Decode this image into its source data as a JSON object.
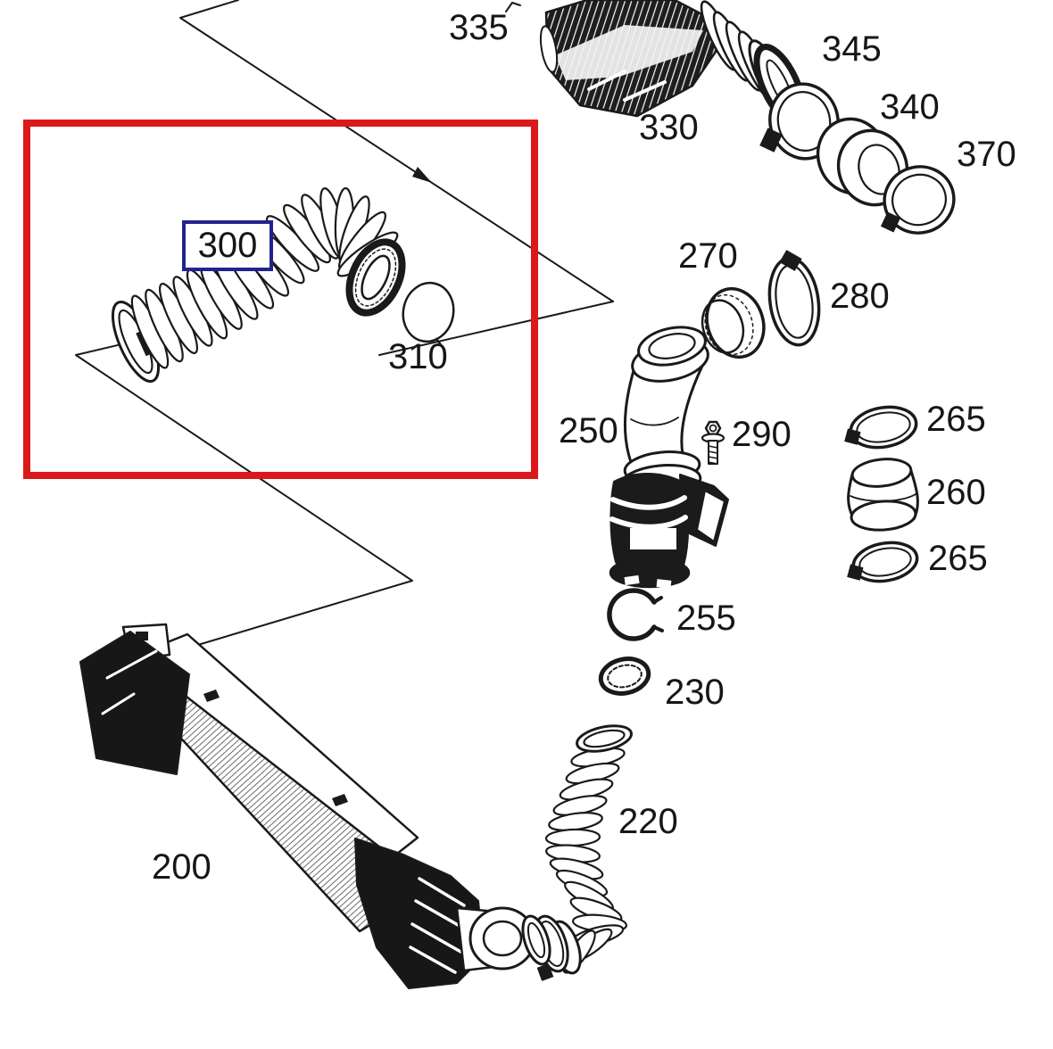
{
  "figure": {
    "type": "exploded-parts-diagram",
    "description_colors": {
      "background": "#ffffff",
      "line_art": "#1a1a1a",
      "highlight_box_red": "#da1a1a",
      "selected_label_box_blue": "#23238f"
    },
    "highlighted_part": "300"
  },
  "callouts": [
    {
      "text": "335"
    },
    {
      "text": "330"
    },
    {
      "text": "345"
    },
    {
      "text": "340"
    },
    {
      "text": "370"
    },
    {
      "text": "300"
    },
    {
      "text": "310"
    },
    {
      "text": "270"
    },
    {
      "text": "280"
    },
    {
      "text": "250"
    },
    {
      "text": "290"
    },
    {
      "text": "265"
    },
    {
      "text": "260"
    },
    {
      "text": "265"
    },
    {
      "text": "255"
    },
    {
      "text": "230"
    },
    {
      "text": "220"
    },
    {
      "text": "200"
    }
  ]
}
